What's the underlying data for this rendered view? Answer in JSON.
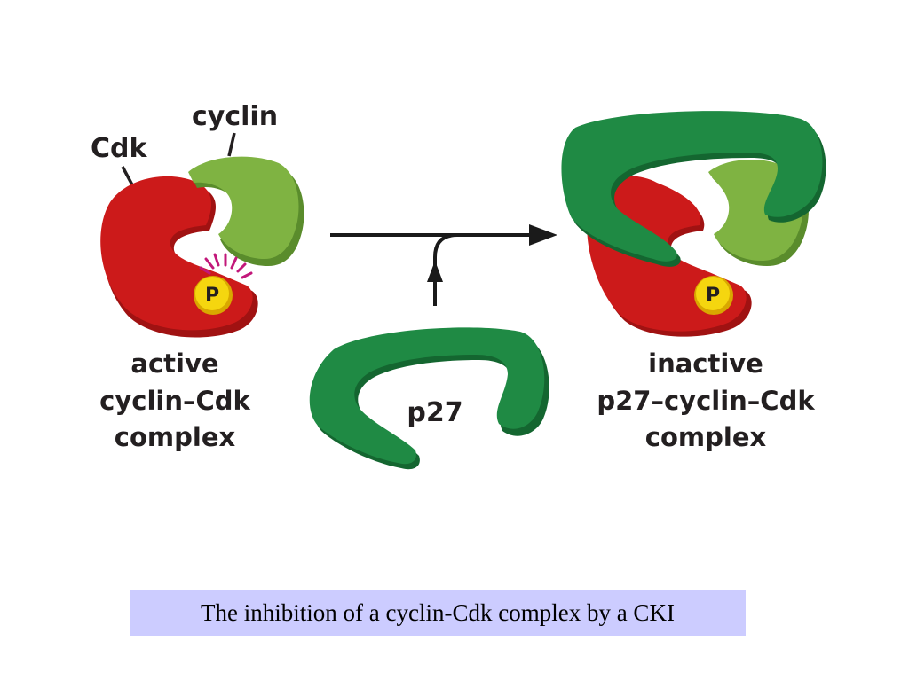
{
  "colors": {
    "cdk": "#cc1a1a",
    "cdk_shadow": "#a01212",
    "cyclin": "#7fb342",
    "cyclin_shadow": "#5a8c2c",
    "p27": "#1f8a44",
    "p27_shadow": "#146630",
    "phosphate": "#f5d60f",
    "phosphate_rim": "#d9a800",
    "activity_rays": "#c2187a",
    "arrow": "#1a1a1a",
    "caption_bg": "#ccccff"
  },
  "labels": {
    "cdk": "Cdk",
    "cyclin": "cyclin",
    "phosphate_left": "P",
    "phosphate_right": "P",
    "p27": "p27",
    "active_line1": "active",
    "active_line2": "cyclin–Cdk",
    "active_line3": "complex",
    "inactive_line1": "inactive",
    "inactive_line2": "p27–cyclin–Cdk",
    "inactive_line3": "complex"
  },
  "icons": {
    "cdk": "cdk-protein-shape",
    "cyclin": "cyclin-protein-shape",
    "p27": "p27-protein-shape",
    "phosphate": "phosphate-circle",
    "arrow": "reaction-arrow"
  },
  "caption": "The inhibition of a cyclin-Cdk complex by a CKI"
}
